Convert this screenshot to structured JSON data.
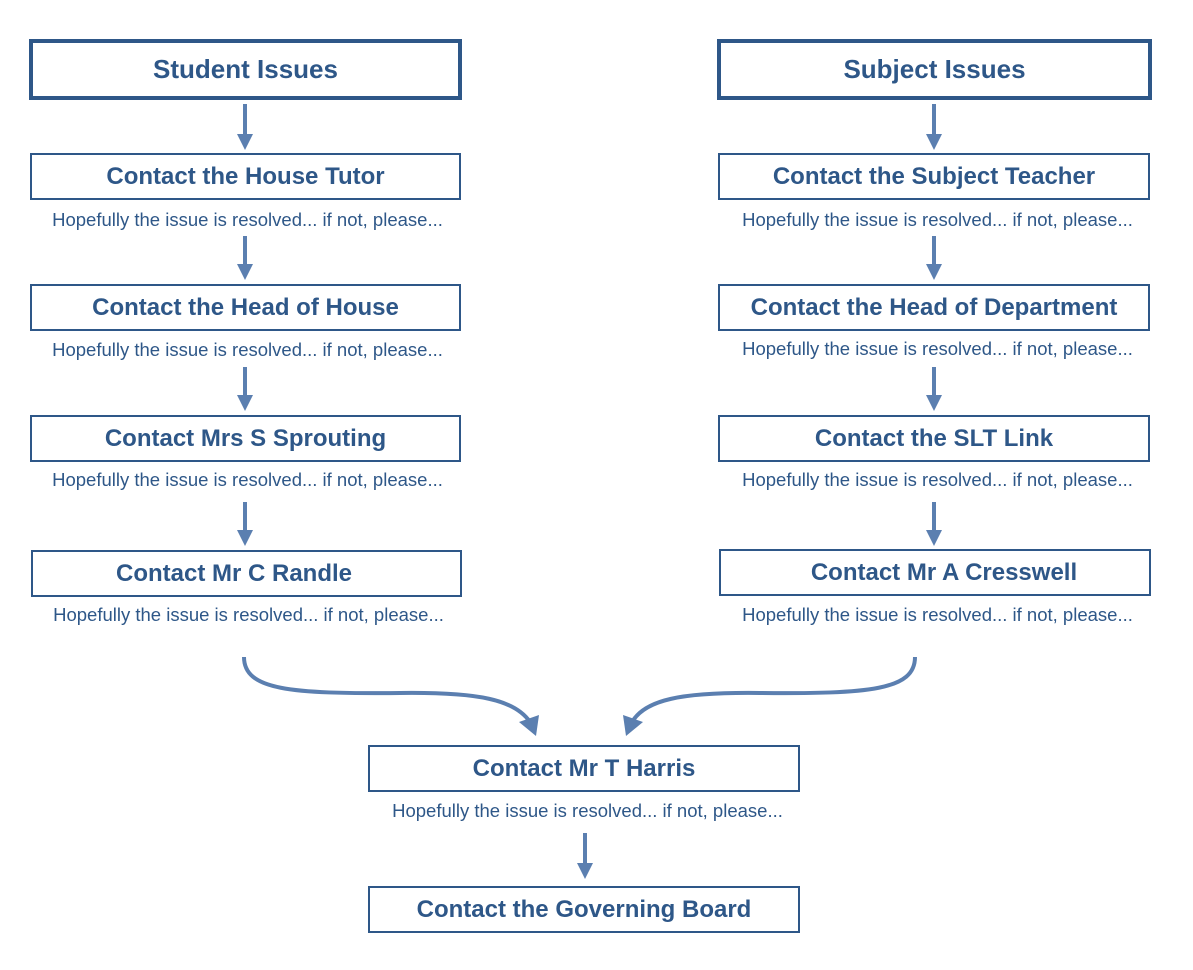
{
  "note_text": "Hopefully the issue is resolved... if not, please...",
  "left_column": {
    "header": "Student Issues",
    "steps": [
      "Contact the House Tutor",
      "Contact the Head of House",
      "Contact Mrs S Sprouting",
      "Contact Mr C Randle"
    ]
  },
  "right_column": {
    "header": "Subject Issues",
    "steps": [
      "Contact the Subject Teacher",
      "Contact the Head of Department",
      "Contact the SLT Link",
      "Contact Mr A Cresswell"
    ]
  },
  "merge": {
    "steps": [
      "Contact Mr T Harris",
      "Contact the Governing Board"
    ]
  },
  "colors": {
    "box_border": "#2e5788",
    "text": "#2e5788",
    "arrow": "#5b7fb0"
  }
}
